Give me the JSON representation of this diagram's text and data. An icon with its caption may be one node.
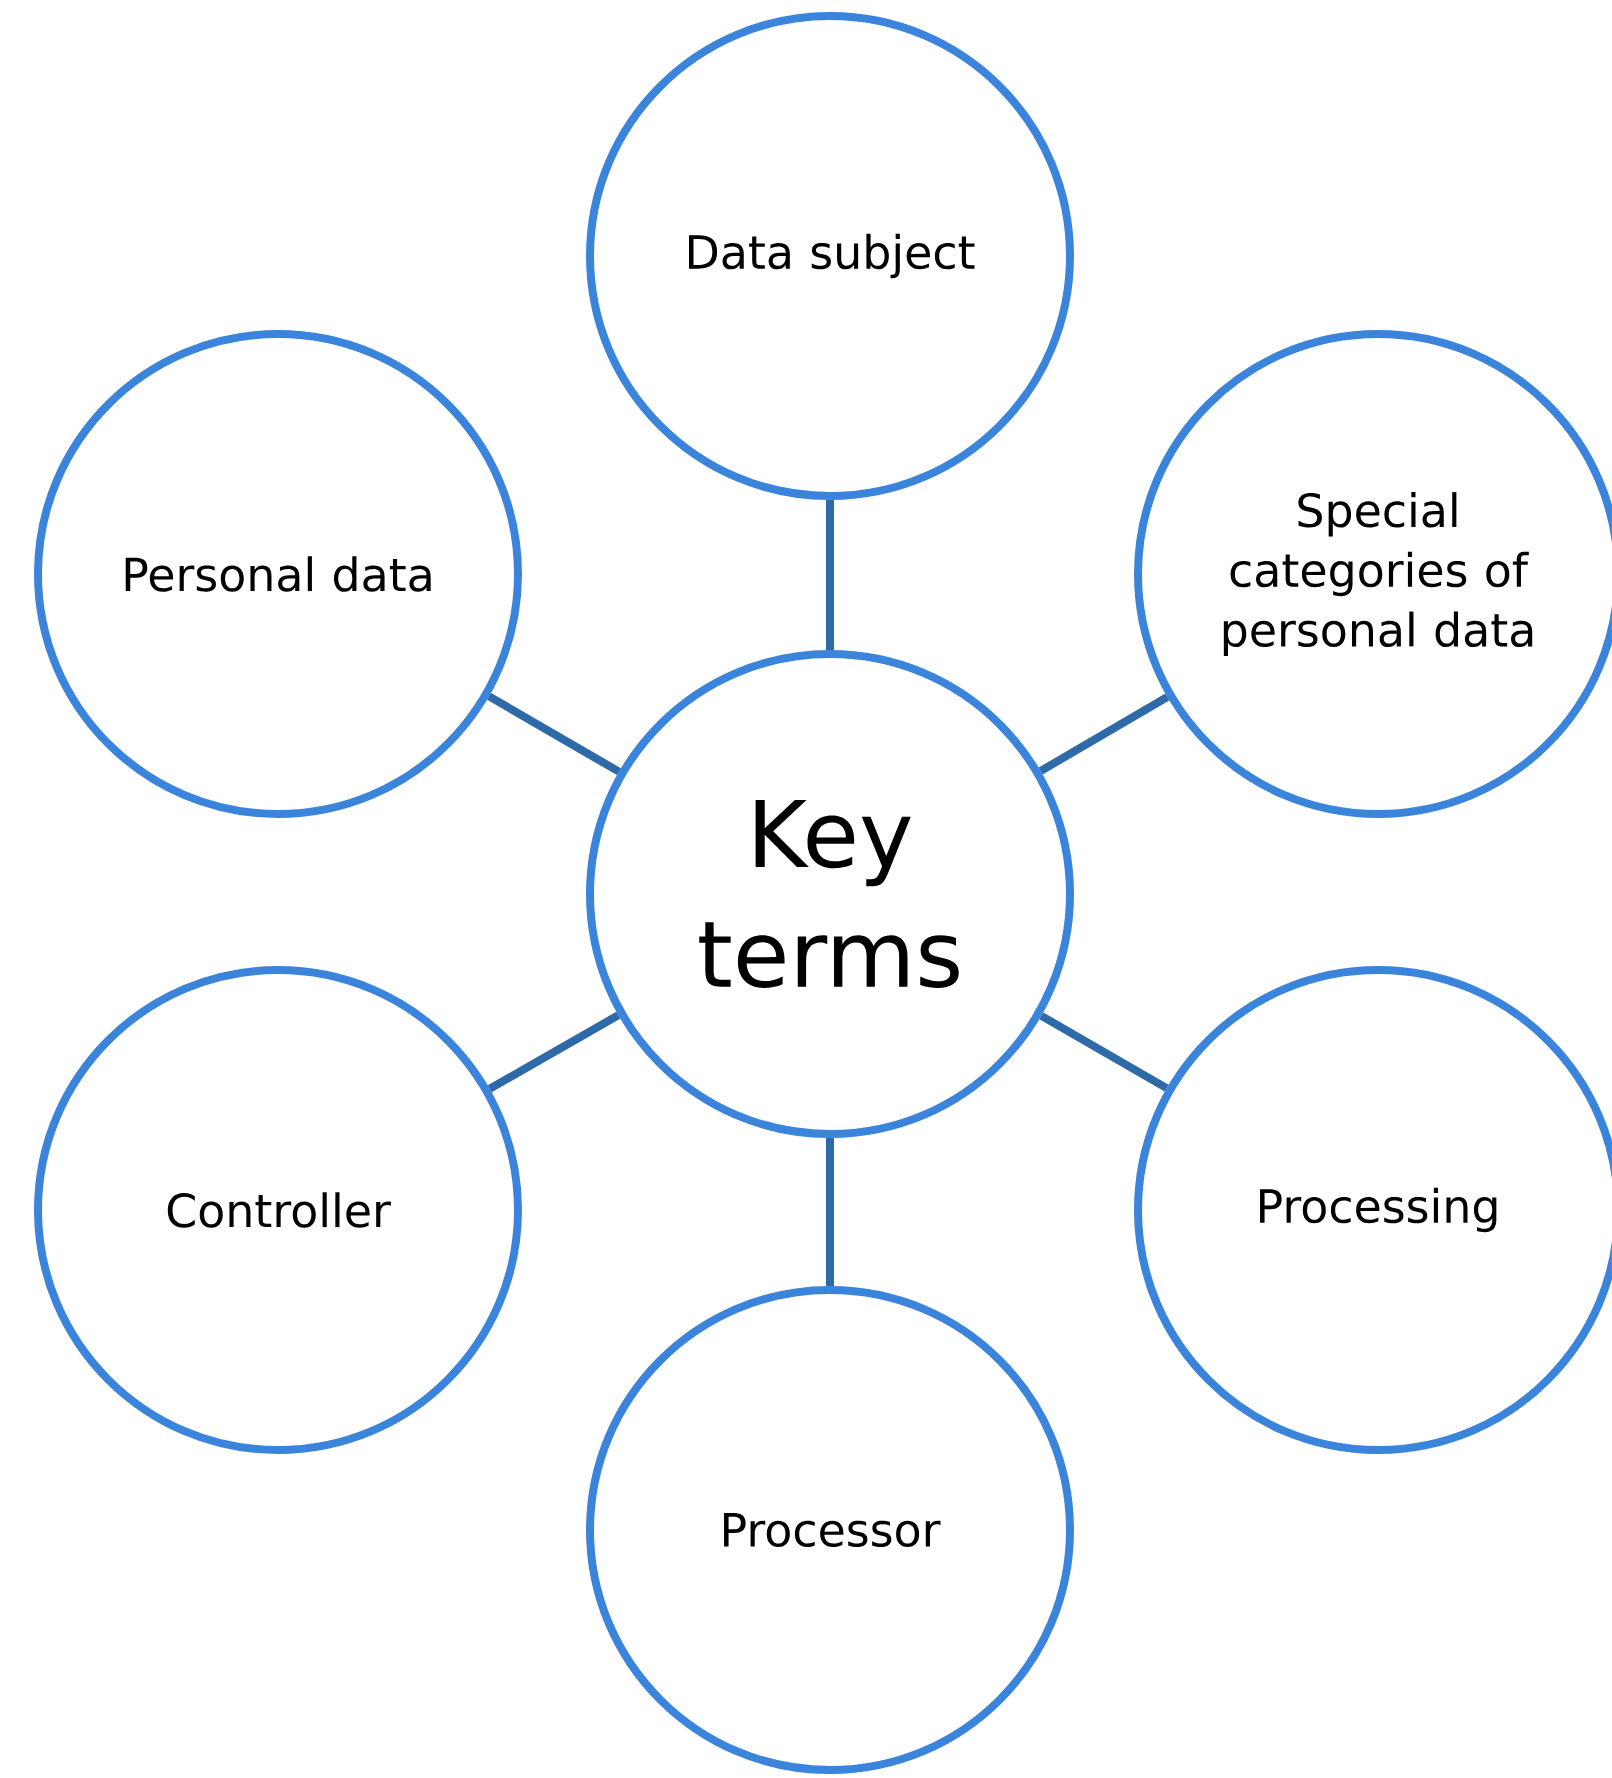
{
  "diagram": {
    "nodes": [
      {
        "text": [
          "Data subject"
        ]
      },
      {
        "text": [
          "Personal data"
        ]
      },
      {
        "text": [
          "Special categories of personal data"
        ]
      },
      {
        "text": [
          "Key terms"
        ]
      },
      {
        "text": [
          "Controller"
        ]
      },
      {
        "text": [
          "Processing"
        ]
      },
      {
        "text": [
          "Processor"
        ]
      }
    ],
    "edges": [
      {
        "from": 3,
        "to": 0,
        "arrow": "none"
      },
      {
        "from": 3,
        "to": 1,
        "arrow": "none"
      },
      {
        "from": 3,
        "to": 2,
        "arrow": "none"
      },
      {
        "from": 3,
        "to": 4,
        "arrow": "none"
      },
      {
        "from": 3,
        "to": 5,
        "arrow": "none"
      },
      {
        "from": 3,
        "to": 6,
        "arrow": "none"
      }
    ]
  }
}
